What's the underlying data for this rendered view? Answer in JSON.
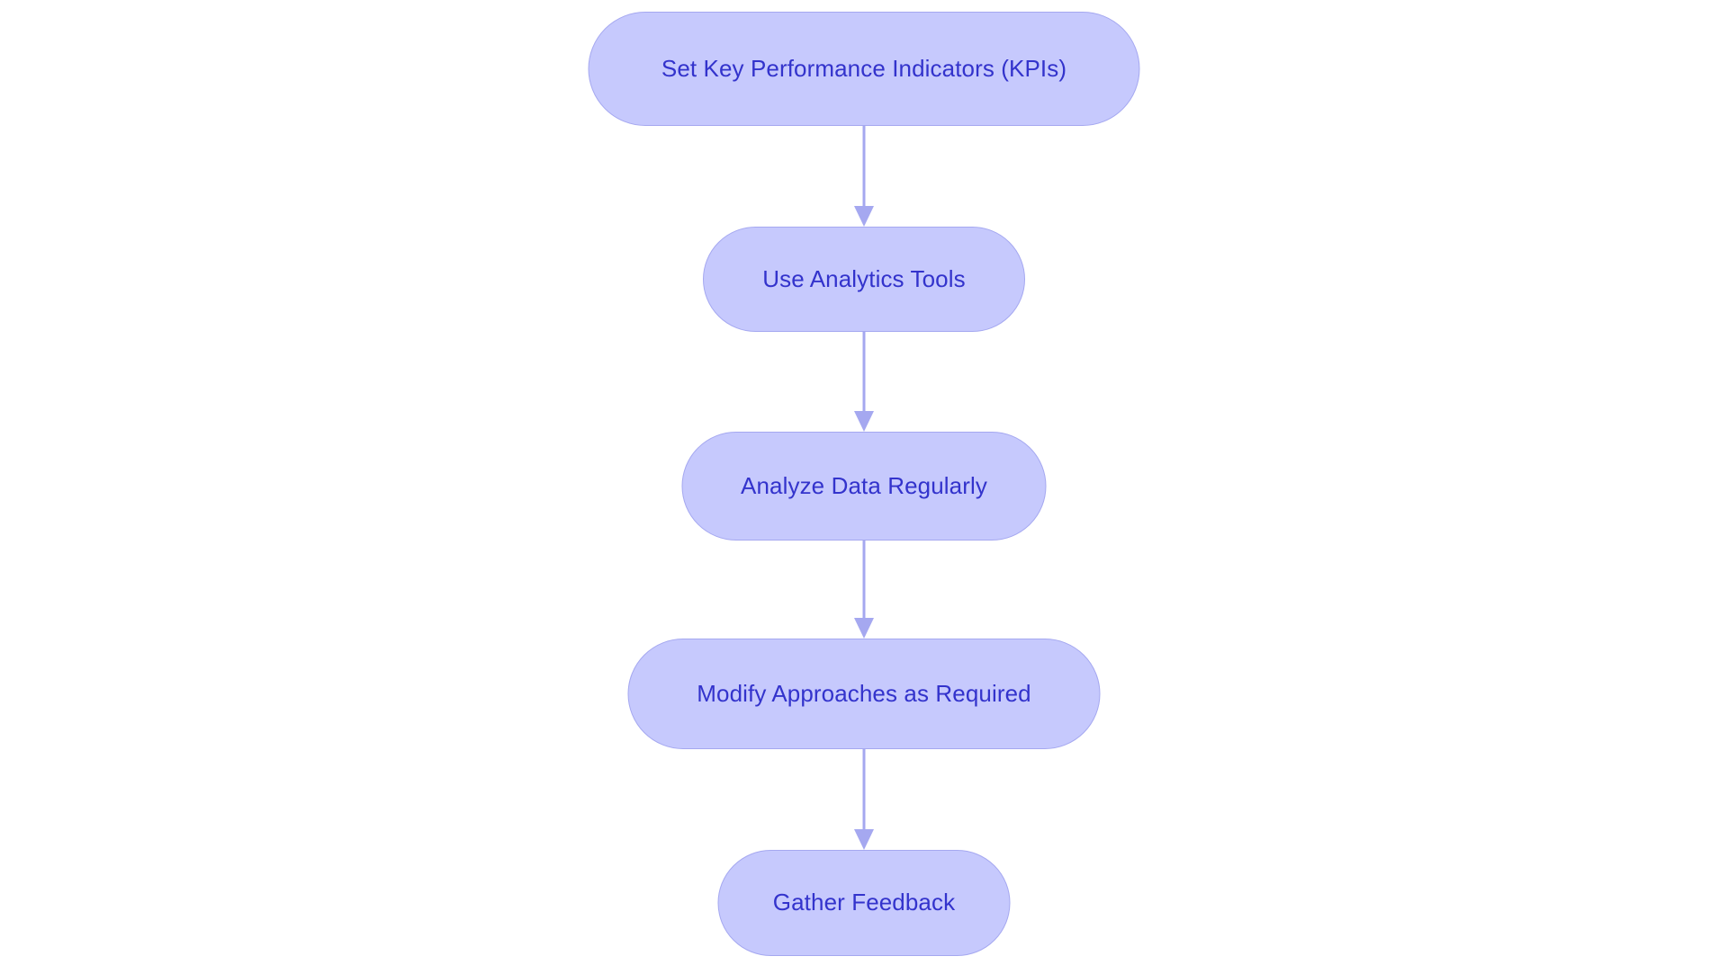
{
  "diagram": {
    "type": "flowchart",
    "orientation": "top-to-bottom",
    "background_color": "#ffffff",
    "node_fill_color": "#c6c9fd",
    "node_border_color": "#a5a8f0",
    "node_text_color": "#3333cc",
    "edge_color": "#a5a8f0",
    "node_shape": "stadium",
    "nodes": [
      {
        "id": "kpis",
        "label": "Set Key Performance Indicators (KPIs)"
      },
      {
        "id": "analytics",
        "label": "Use Analytics Tools"
      },
      {
        "id": "analyze",
        "label": "Analyze Data Regularly"
      },
      {
        "id": "modify",
        "label": "Modify Approaches as Required"
      },
      {
        "id": "feedback",
        "label": "Gather Feedback"
      }
    ],
    "edges": [
      {
        "from": "kpis",
        "to": "analytics",
        "label": ""
      },
      {
        "from": "analytics",
        "to": "analyze",
        "label": ""
      },
      {
        "from": "analyze",
        "to": "modify",
        "label": ""
      },
      {
        "from": "modify",
        "to": "feedback",
        "label": ""
      }
    ]
  }
}
